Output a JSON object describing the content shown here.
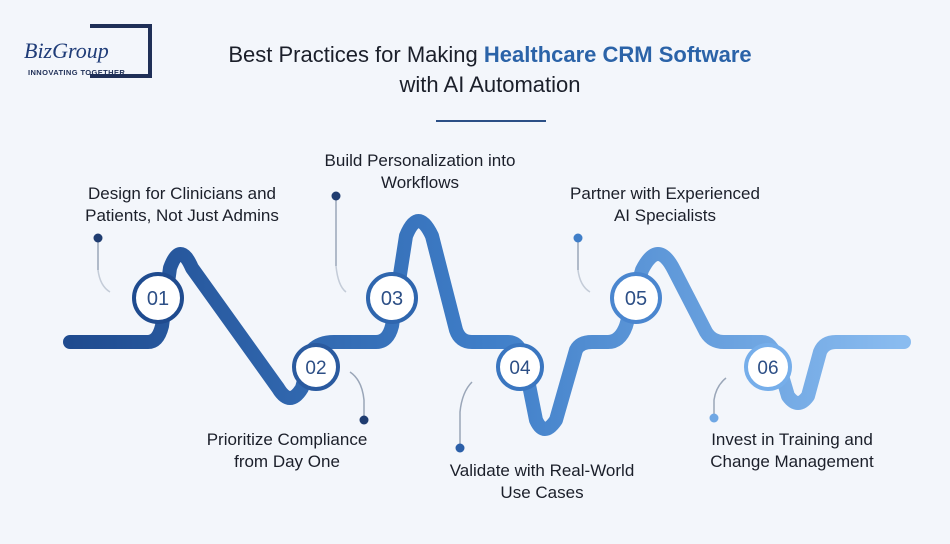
{
  "brand": {
    "name": "BizGroup",
    "tagline": "INNOVATING TOGETHER"
  },
  "title": {
    "prefix": "Best Practices for Making ",
    "highlight": "Healthcare CRM Software",
    "suffix": "with AI Automation"
  },
  "colors": {
    "dark_blue": "#1f4b8f",
    "mid_blue": "#3f7ec8",
    "light_blue": "#7fb2ec",
    "text": "#1b1f2a",
    "highlight": "#2b63a8"
  },
  "steps": [
    {
      "number": "01",
      "label_line1": "Design for Clinicians and",
      "label_line2": "Patients, Not Just Admins"
    },
    {
      "number": "02",
      "label_line1": "Prioritize Compliance",
      "label_line2": "from Day One"
    },
    {
      "number": "03",
      "label_line1": "Build Personalization into",
      "label_line2": "Workflows"
    },
    {
      "number": "04",
      "label_line1": "Validate with Real-World",
      "label_line2": "Use Cases"
    },
    {
      "number": "05",
      "label_line1": "Partner with Experienced",
      "label_line2": "AI Specialists"
    },
    {
      "number": "06",
      "label_line1": "Invest in Training and",
      "label_line2": "Change Management"
    }
  ]
}
